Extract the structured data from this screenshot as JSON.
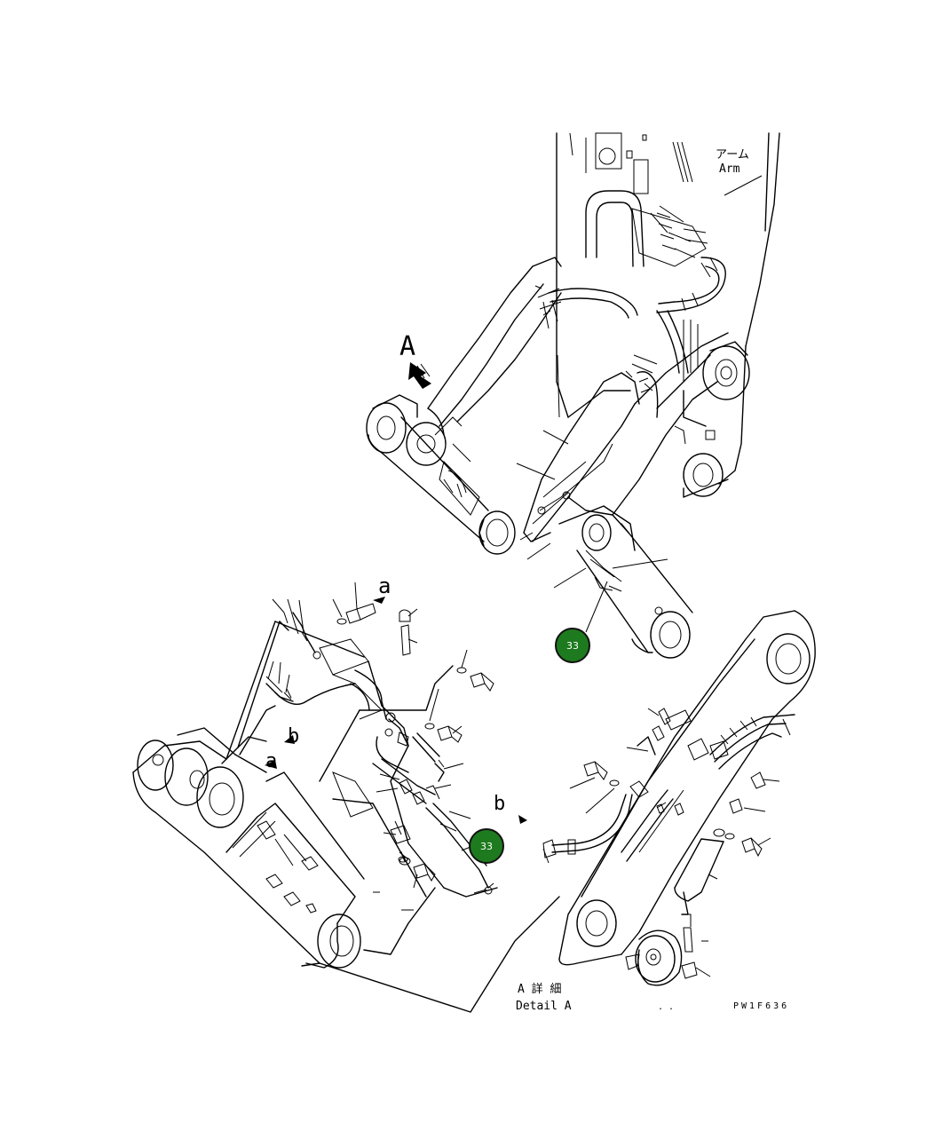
{
  "labels": {
    "arm_jp": "アーム",
    "arm_en": "Arm",
    "view_A": "A",
    "view_a_top": "a",
    "view_a_left": "a",
    "view_b_left": "b",
    "view_b_right": "b",
    "detail_jp": "A 詳 細",
    "detail_en": "Detail A",
    "drawing_code": "PW1F636"
  },
  "callouts": [
    {
      "number": "33",
      "color": "#1e7a1e"
    },
    {
      "number": "33",
      "color": "#1e7a1e"
    }
  ]
}
